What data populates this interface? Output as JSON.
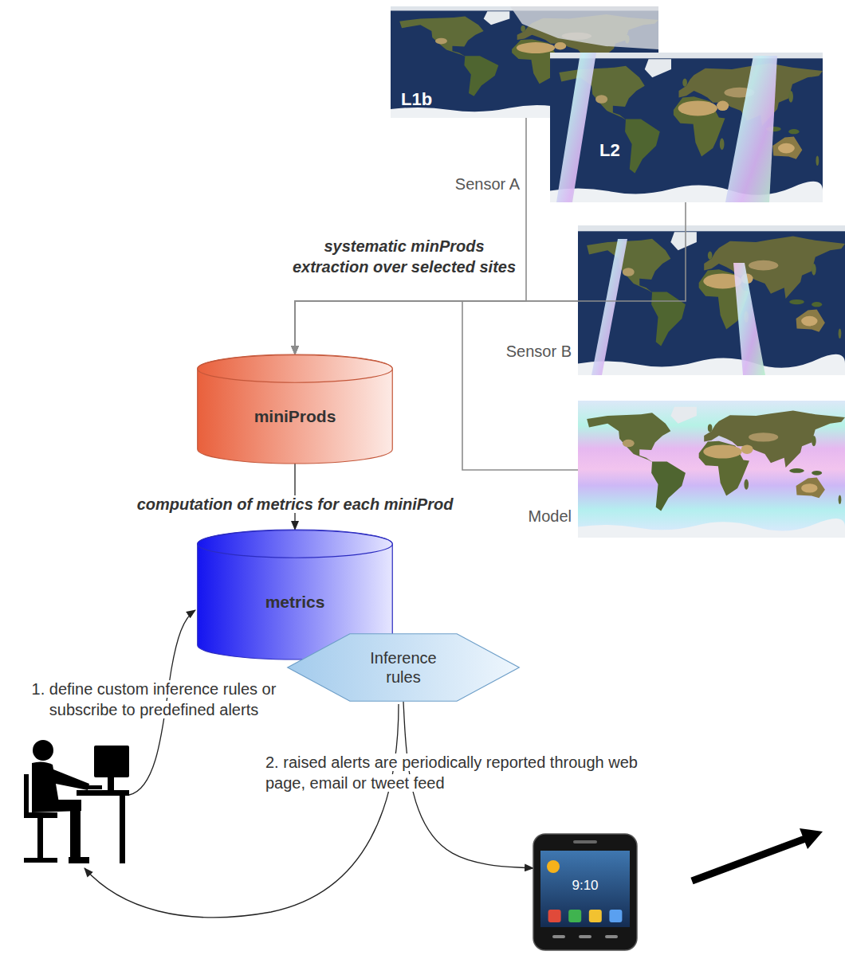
{
  "diagram": {
    "nodes": [
      {
        "text": [
          "L1b"
        ]
      },
      {
        "text": [
          "L2"
        ]
      },
      {
        "text": [
          "Sensor B"
        ]
      },
      {
        "text": [
          "Model"
        ]
      },
      {
        "text": [
          "miniProds"
        ]
      },
      {
        "text": [
          "metrics"
        ]
      },
      {
        "text": [
          "Inference rules"
        ]
      },
      {
        "text": [
          "9:10"
        ]
      }
    ],
    "edges": [
      {
        "from": 0,
        "to": 4,
        "arrow": "to"
      },
      {
        "from": 1,
        "to": 4,
        "arrow": "to"
      },
      {
        "from": 2,
        "to": 4,
        "arrow": "to"
      },
      {
        "from": 3,
        "to": 4,
        "arrow": "to"
      },
      {
        "from": 4,
        "to": 5,
        "label": "computation of metrics for each miniProd",
        "arrow": "to"
      },
      {
        "from": 6,
        "to": 7,
        "arrow": "to"
      }
    ],
    "labels": [
      "Sensor A",
      "systematic minProds extraction over selected sites",
      "1. define custom inference rules or subscribe to predefined alerts",
      "2. raised alerts are periodically reported through web page, email or tweet feed"
    ]
  }
}
